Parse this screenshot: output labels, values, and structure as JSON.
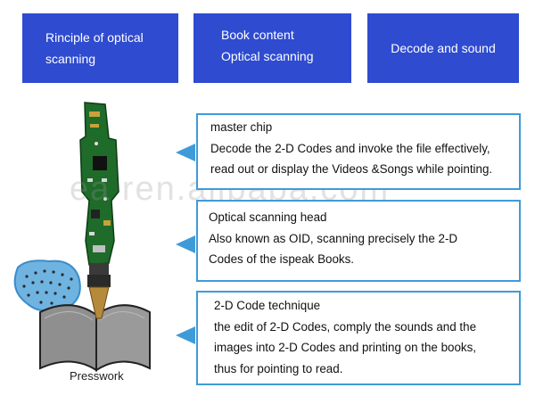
{
  "top_boxes": {
    "box1": {
      "line1": "Rinciple of optical",
      "line2": "scanning"
    },
    "box2": {
      "line1": "Book content",
      "line2": "Optical scanning"
    },
    "box3": {
      "label": "Decode and sound"
    }
  },
  "callouts": [
    {
      "title": "master chip",
      "lines": [
        "Decode the 2-D Codes and invoke the file effectively,",
        "read out or display the Videos &Songs while  pointing."
      ]
    },
    {
      "title": "Optical scanning head",
      "lines": [
        "Also known as OID, scanning precisely the 2-D",
        "Codes of the ispeak Books."
      ]
    },
    {
      "title": "2-D Code technique",
      "lines": [
        "the edit of 2-D Codes, comply the sounds and the",
        "images into 2-D Codes and printing on the books,",
        "thus for pointing to read."
      ]
    }
  ],
  "illustration": {
    "book_label": "Presswork",
    "watermark": "ea   ren.alibaba.com"
  },
  "colors": {
    "top_box_blue": "#2f4bd0",
    "callout_border": "#3f9bd8",
    "pcb_green": "#1f6b2a",
    "book_gray": "#8f8f8f"
  }
}
